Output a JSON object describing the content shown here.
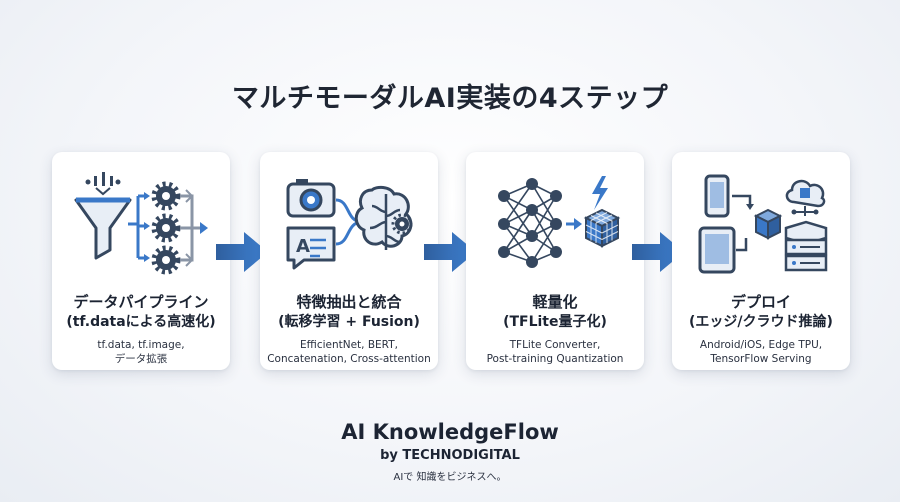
{
  "title": "マルチモーダルAI実装の4ステップ",
  "colors": {
    "primary": "#2f5f9e",
    "accent": "#3a78c8",
    "dark": "#35475f"
  },
  "steps": [
    {
      "name": "データパイプライン",
      "sub": "(tf.dataによる高速化)",
      "desc1": "tf.data, tf.image,",
      "desc2": "データ拡張",
      "icon": "funnel-gears-icon"
    },
    {
      "name": "特徴抽出と統合",
      "sub": "(転移学習 + Fusion)",
      "desc1": "EfficientNet, BERT,",
      "desc2": "Concatenation, Cross-attention",
      "icon": "camera-text-brain-icon"
    },
    {
      "name": "軽量化",
      "sub": "(TFLite量子化)",
      "desc1": "TFLite Converter,",
      "desc2": "Post-training Quantization",
      "icon": "network-cube-icon"
    },
    {
      "name": "デプロイ",
      "sub": "(エッジ/クラウド推論)",
      "desc1": "Android/iOS, Edge TPU,",
      "desc2": "TensorFlow Serving",
      "icon": "devices-cloud-server-icon"
    }
  ],
  "brand": {
    "name": "AI KnowledgeFlow",
    "by": "by TECHNODIGITAL",
    "tagline": "AIで 知識をビジネスへ。"
  }
}
